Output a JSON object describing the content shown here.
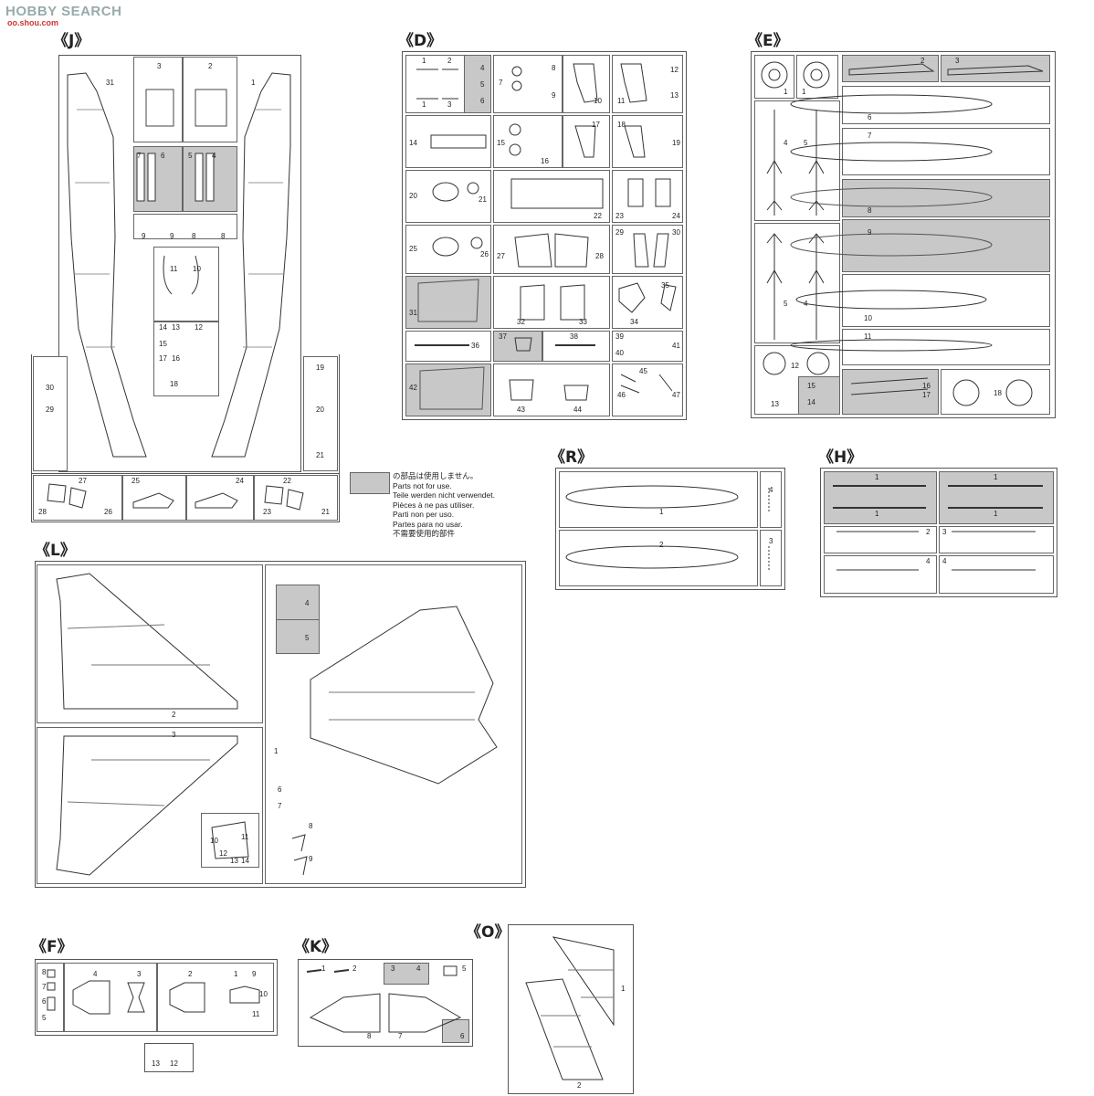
{
  "watermark": {
    "brand": "HOBBY SEARCH",
    "sub": "oo.shou.com"
  },
  "legend": {
    "swatch_color": "#c8c8c8",
    "lines": [
      "の部品は使用しません。",
      "Parts not for use.",
      "Teile werden nicht verwendet.",
      "Pièces à ne pas utiliser.",
      "Parti non per uso.",
      "Partes para no usar.",
      "不需要使用的部件"
    ]
  },
  "trees": {
    "J": {
      "label": "《J》",
      "parts": [
        "31",
        "3",
        "2",
        "1",
        "7",
        "6",
        "5",
        "4",
        "9",
        "9",
        "8",
        "8",
        "11",
        "10",
        "14",
        "13",
        "12",
        "15",
        "17",
        "16",
        "18",
        "30",
        "29",
        "19",
        "20",
        "21",
        "28",
        "27",
        "26",
        "25",
        "24",
        "23",
        "22",
        "21"
      ]
    },
    "D": {
      "label": "《D》",
      "parts": [
        "1",
        "2",
        "4",
        "5",
        "6",
        "1",
        "3",
        "7",
        "8",
        "9",
        "10",
        "11",
        "12",
        "13",
        "14",
        "15",
        "16",
        "17",
        "18",
        "19",
        "20",
        "21",
        "22",
        "23",
        "24",
        "25",
        "26",
        "27",
        "28",
        "29",
        "30",
        "31",
        "32",
        "33",
        "34",
        "35",
        "36",
        "37",
        "38",
        "39",
        "40",
        "41",
        "42",
        "43",
        "44",
        "45",
        "46",
        "47"
      ]
    },
    "E": {
      "label": "《E》",
      "parts": [
        "1",
        "1",
        "2",
        "3",
        "6",
        "4",
        "5",
        "7",
        "8",
        "9",
        "5",
        "4",
        "10",
        "11",
        "12",
        "13",
        "15",
        "14",
        "16",
        "17",
        "18"
      ]
    },
    "R": {
      "label": "《R》",
      "parts": [
        "1",
        "4",
        "2",
        "3"
      ]
    },
    "H": {
      "label": "《H》",
      "parts": [
        "1",
        "1",
        "1",
        "1",
        "2",
        "3",
        "4",
        "4"
      ]
    },
    "L": {
      "label": "《L》",
      "parts": [
        "2",
        "3",
        "1",
        "4",
        "5",
        "6",
        "7",
        "8",
        "9",
        "10",
        "11",
        "12",
        "13",
        "14"
      ]
    },
    "F": {
      "label": "《F》",
      "parts": [
        "8",
        "7",
        "6",
        "5",
        "4",
        "3",
        "2",
        "1",
        "9",
        "10",
        "11",
        "13",
        "12"
      ]
    },
    "K": {
      "label": "《K》",
      "parts": [
        "1",
        "2",
        "3",
        "4",
        "5",
        "8",
        "7",
        "6"
      ]
    },
    "O": {
      "label": "《O》",
      "parts": [
        "1",
        "2"
      ]
    }
  }
}
